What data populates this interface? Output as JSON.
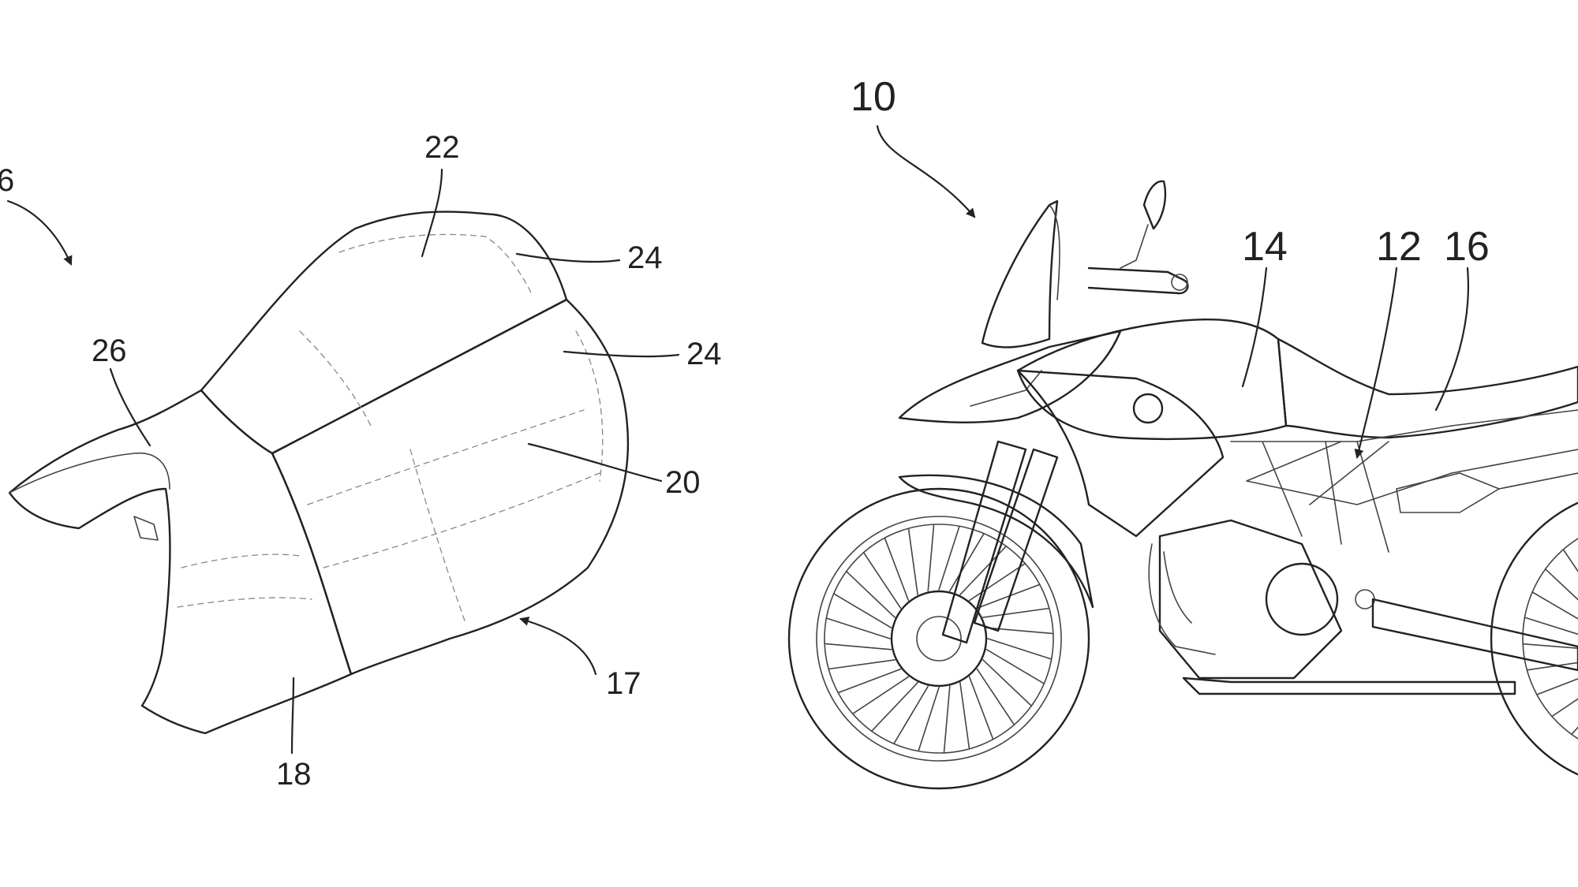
{
  "seat_labels": {
    "ref_16_partial": "6",
    "ref_22": "22",
    "ref_24_upper": "24",
    "ref_24_lower": "24",
    "ref_26": "26",
    "ref_20": "20",
    "ref_17": "17",
    "ref_18": "18"
  },
  "motorcycle_labels": {
    "ref_10": "10",
    "ref_14": "14",
    "ref_12": "12",
    "ref_16": "16"
  },
  "colors": {
    "line": "#222222",
    "background": "#ffffff"
  }
}
